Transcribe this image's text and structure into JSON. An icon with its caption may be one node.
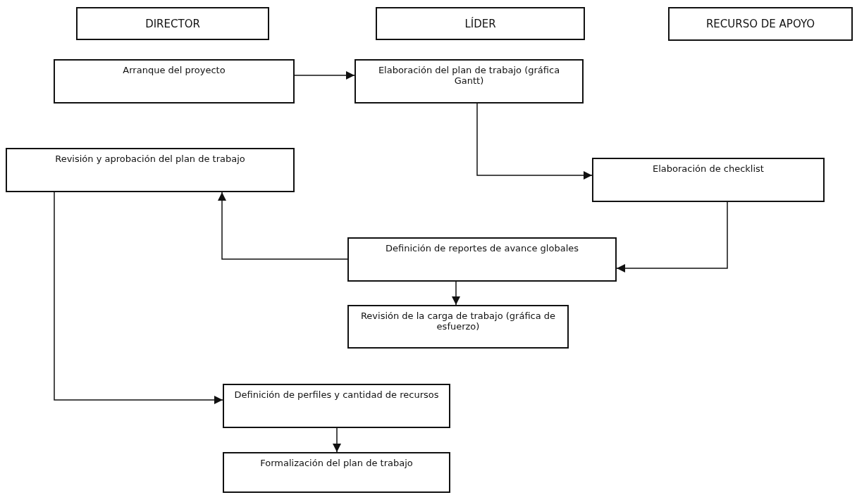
{
  "diagram": {
    "nodes": [
      {
        "text": [
          "DIRECTOR"
        ]
      },
      {
        "text": [
          "LÍDER"
        ]
      },
      {
        "text": [
          "RECURSO DE APOYO"
        ]
      },
      {
        "text": [
          "Arranque del proyecto"
        ]
      },
      {
        "text": [
          "Elaboración del plan de trabajo (gráfica Gantt)"
        ]
      },
      {
        "text": [
          "Revisión y aprobación del plan de trabajo"
        ]
      },
      {
        "text": [
          "Elaboración de checklist"
        ]
      },
      {
        "text": [
          "Definición de reportes de avance globales"
        ]
      },
      {
        "text": [
          "Revisión de la carga de trabajo (gráfica de esfuerzo)"
        ]
      },
      {
        "text": [
          "Definición de perfiles y cantidad de recursos"
        ]
      },
      {
        "text": [
          "Formalización del plan de trabajo"
        ]
      }
    ],
    "edges": [
      {
        "from": 3,
        "to": 4,
        "arrow": "to"
      },
      {
        "from": 4,
        "to": 6,
        "arrow": "to"
      },
      {
        "from": 6,
        "to": 7,
        "arrow": "to"
      },
      {
        "from": 7,
        "to": 5,
        "arrow": "to"
      },
      {
        "from": 7,
        "to": 8,
        "arrow": "to"
      },
      {
        "from": 5,
        "to": 9,
        "arrow": "to"
      },
      {
        "from": 9,
        "to": 10,
        "arrow": "to"
      }
    ]
  }
}
